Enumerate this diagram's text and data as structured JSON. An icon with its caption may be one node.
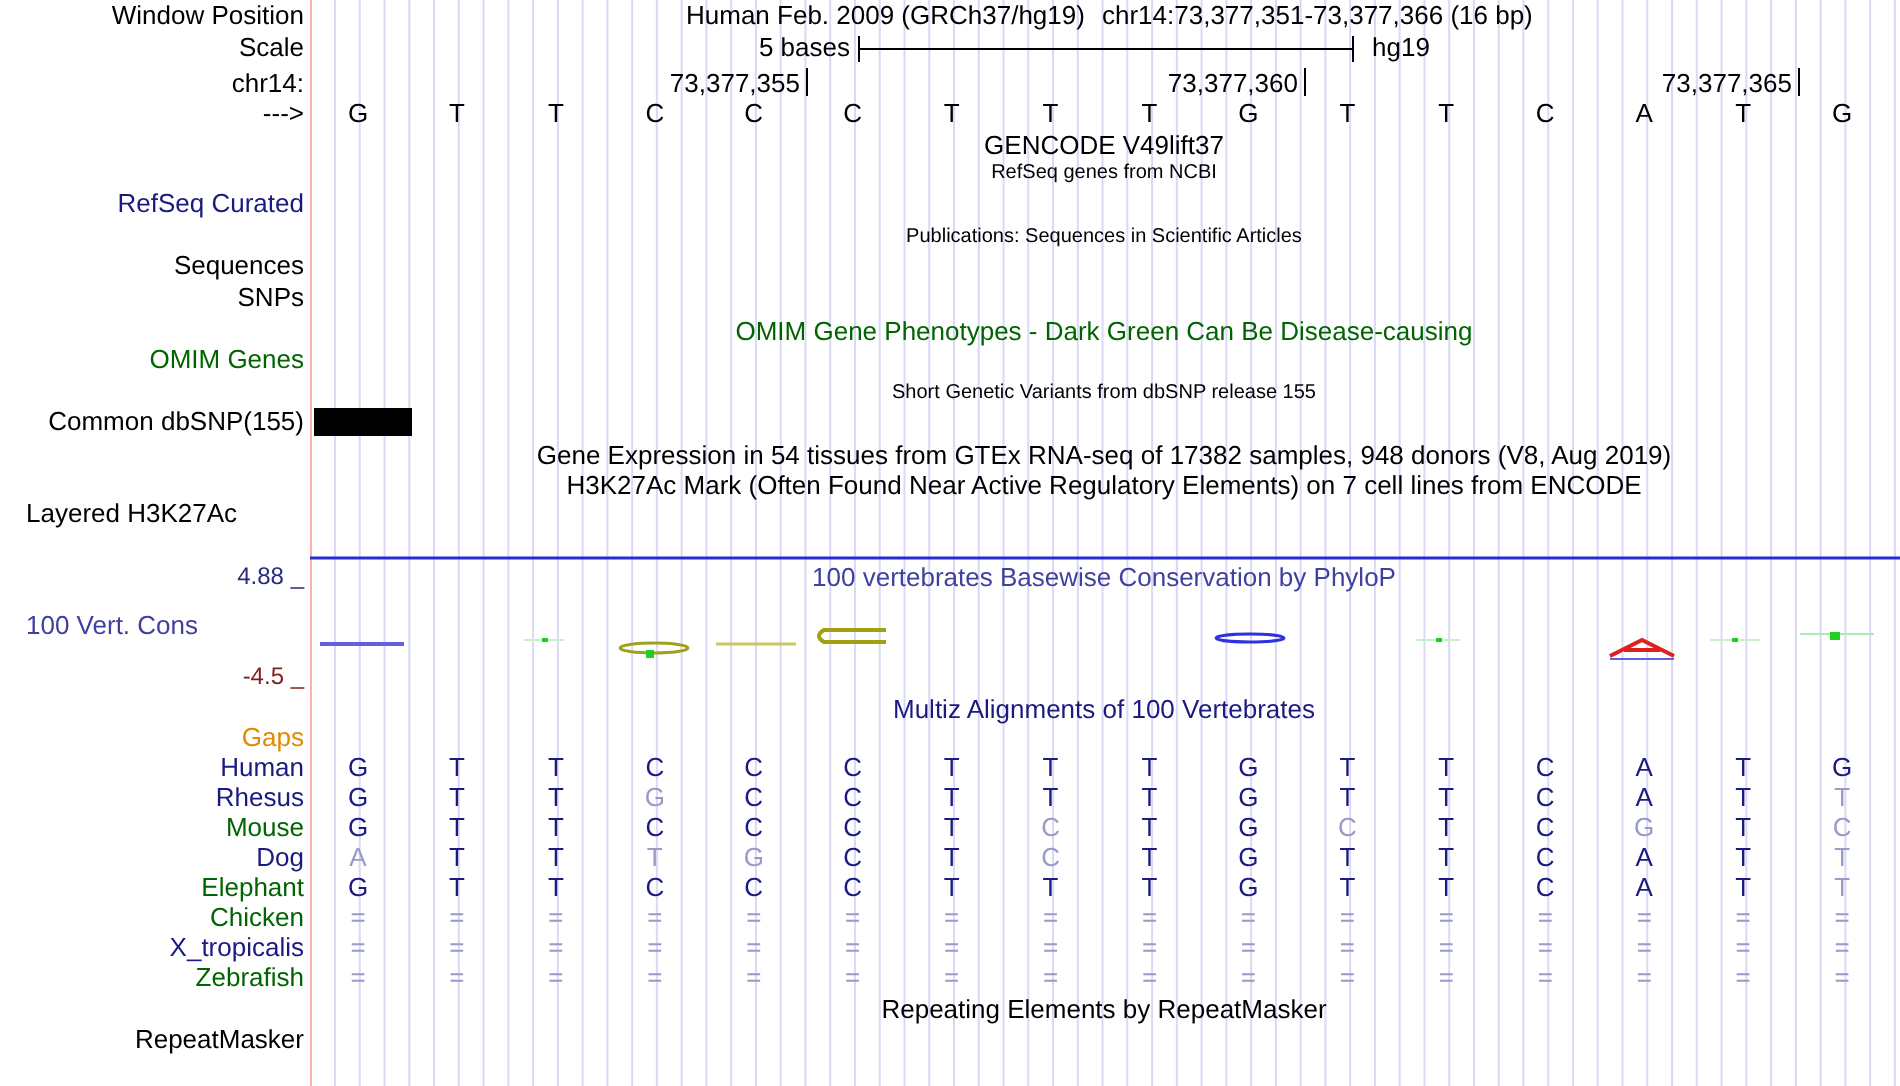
{
  "diagram": {
    "labels": [
      "Window Position",
      "Human Feb. 2009 (GRCh37/hg19)",
      "chr14:73,377,351-73,377,366 (16 bp)",
      "Scale",
      "5 bases",
      "hg19",
      "chr14:",
      "73,377,355",
      "73,377,360",
      "73,377,365",
      "--->",
      "G",
      "T",
      "T",
      "C",
      "C",
      "C",
      "T",
      "T",
      "T",
      "G",
      "T",
      "T",
      "C",
      "A",
      "T",
      "G",
      "GENCODE V49lift37",
      "RefSeq genes from NCBI",
      "RefSeq Curated",
      "Publications: Sequences in Scientific Articles",
      "Sequences",
      "SNPs",
      "OMIM Gene Phenotypes - Dark Green Can Be Disease-causing",
      "OMIM Genes",
      "Short Genetic Variants from dbSNP release 155",
      "Common dbSNP(155)",
      "Gene Expression in 54 tissues from GTEx RNA-seq of 17382 samples, 948 donors (V8, Aug 2019)",
      "H3K27Ac Mark (Often Found Near Active Regulatory Elements) on 7 cell lines from ENCODE",
      "Layered H3K27Ac",
      "4.88 _",
      "100 vertebrates Basewise Conservation by PhyloP",
      "100 Vert. Cons",
      "-4.5 _",
      "Multiz Alignments of 100 Vertebrates",
      "Gaps",
      "Human",
      "G",
      "T",
      "T",
      "C",
      "C",
      "C",
      "T",
      "T",
      "T",
      "G",
      "T",
      "T",
      "C",
      "A",
      "T",
      "G",
      "Rhesus",
      "G",
      "T",
      "T",
      "G",
      "C",
      "C",
      "T",
      "T",
      "T",
      "G",
      "T",
      "T",
      "C",
      "A",
      "T",
      "T",
      "Mouse",
      "G",
      "T",
      "T",
      "C",
      "C",
      "C",
      "T",
      "C",
      "T",
      "G",
      "C",
      "T",
      "C",
      "G",
      "T",
      "C",
      "Dog",
      "A",
      "T",
      "T",
      "T",
      "G",
      "C",
      "T",
      "C",
      "T",
      "G",
      "T",
      "T",
      "C",
      "A",
      "T",
      "T",
      "Elephant",
      "G",
      "T",
      "T",
      "C",
      "C",
      "C",
      "T",
      "T",
      "T",
      "G",
      "T",
      "T",
      "C",
      "A",
      "T",
      "T",
      "Chicken",
      "=",
      "=",
      "=",
      "=",
      "=",
      "=",
      "=",
      "=",
      "=",
      "=",
      "=",
      "=",
      "=",
      "=",
      "=",
      "=",
      "X_tropicalis",
      "=",
      "=",
      "=",
      "=",
      "=",
      "=",
      "=",
      "=",
      "=",
      "=",
      "=",
      "=",
      "=",
      "=",
      "=",
      "=",
      "Zebrafish",
      "=",
      "=",
      "=",
      "=",
      "=",
      "=",
      "=",
      "=",
      "=",
      "=",
      "=",
      "=",
      "=",
      "=",
      "=",
      "=",
      "Repeating Elements by RepeatMasker",
      "RepeatMasker"
    ]
  }
}
